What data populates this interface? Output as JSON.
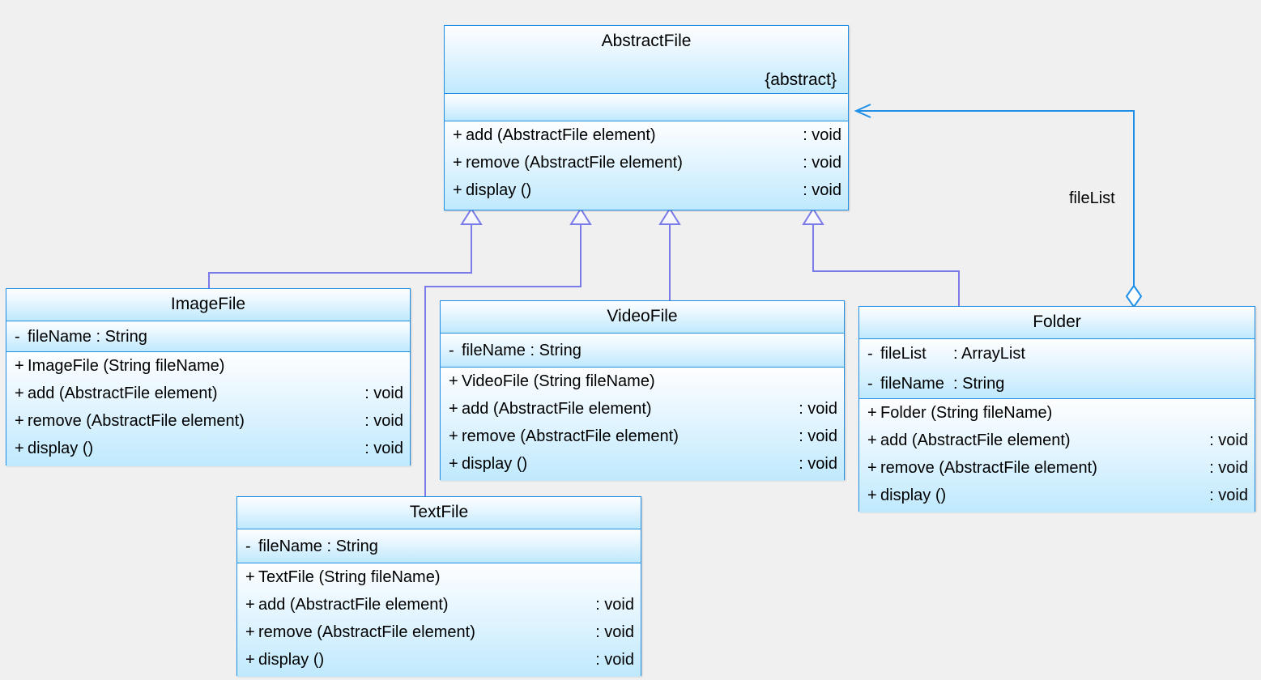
{
  "diagram": {
    "kind": "uml-class-diagram",
    "background_color": "#f0f0f0",
    "inheritance_line_color": "#7a7ae8",
    "association_line_color": "#1f8fe8",
    "class_border_color": "#1f8fe8"
  },
  "classes": {
    "abstractfile": {
      "name": "AbstractFile",
      "stereotype": "{abstract}",
      "attributes": [],
      "methods": [
        {
          "vis": "+",
          "sig": "add (AbstractFile element)",
          "ret": ": void"
        },
        {
          "vis": "+",
          "sig": "remove (AbstractFile element)",
          "ret": ": void"
        },
        {
          "vis": "+",
          "sig": "display ()",
          "ret": ": void"
        }
      ]
    },
    "imagefile": {
      "name": "ImageFile",
      "attributes": [
        {
          "vis": "-",
          "sig": "fileName  : String",
          "ret": ""
        }
      ],
      "methods": [
        {
          "vis": "+",
          "sig": "ImageFile (String fileName)",
          "ret": ""
        },
        {
          "vis": "+",
          "sig": "add (AbstractFile element)",
          "ret": ": void"
        },
        {
          "vis": "+",
          "sig": "remove (AbstractFile element)",
          "ret": ": void"
        },
        {
          "vis": "+",
          "sig": "display ()",
          "ret": ": void"
        }
      ]
    },
    "videofile": {
      "name": "VideoFile",
      "attributes": [
        {
          "vis": "-",
          "sig": "fileName  : String",
          "ret": ""
        }
      ],
      "methods": [
        {
          "vis": "+",
          "sig": "VideoFile (String fileName)",
          "ret": ""
        },
        {
          "vis": "+",
          "sig": "add (AbstractFile element)",
          "ret": ": void"
        },
        {
          "vis": "+",
          "sig": "remove (AbstractFile element)",
          "ret": ": void"
        },
        {
          "vis": "+",
          "sig": "display ()",
          "ret": ": void"
        }
      ]
    },
    "textfile": {
      "name": "TextFile",
      "attributes": [
        {
          "vis": "-",
          "sig": "fileName  : String",
          "ret": ""
        }
      ],
      "methods": [
        {
          "vis": "+",
          "sig": "TextFile (String fileName)",
          "ret": ""
        },
        {
          "vis": "+",
          "sig": "add (AbstractFile element)",
          "ret": ": void"
        },
        {
          "vis": "+",
          "sig": "remove (AbstractFile element)",
          "ret": ": void"
        },
        {
          "vis": "+",
          "sig": "display ()",
          "ret": ": void"
        }
      ]
    },
    "folder": {
      "name": "Folder",
      "attributes": [
        {
          "vis": "-",
          "sig": "fileList",
          "ret": ": ArrayList"
        },
        {
          "vis": "-",
          "sig": "fileName",
          "ret": ": String"
        }
      ],
      "methods": [
        {
          "vis": "+",
          "sig": "Folder (String fileName)",
          "ret": ""
        },
        {
          "vis": "+",
          "sig": "add (AbstractFile element)",
          "ret": ": void"
        },
        {
          "vis": "+",
          "sig": "remove (AbstractFile element)",
          "ret": ": void"
        },
        {
          "vis": "+",
          "sig": "display ()",
          "ret": ": void"
        }
      ]
    }
  },
  "relationships": {
    "aggregation": {
      "label": "fileList",
      "source": "Folder",
      "target": "AbstractFile",
      "type": "aggregation"
    },
    "generalizations": [
      {
        "source": "ImageFile",
        "target": "AbstractFile"
      },
      {
        "source": "TextFile",
        "target": "AbstractFile"
      },
      {
        "source": "VideoFile",
        "target": "AbstractFile"
      },
      {
        "source": "Folder",
        "target": "AbstractFile"
      }
    ]
  }
}
